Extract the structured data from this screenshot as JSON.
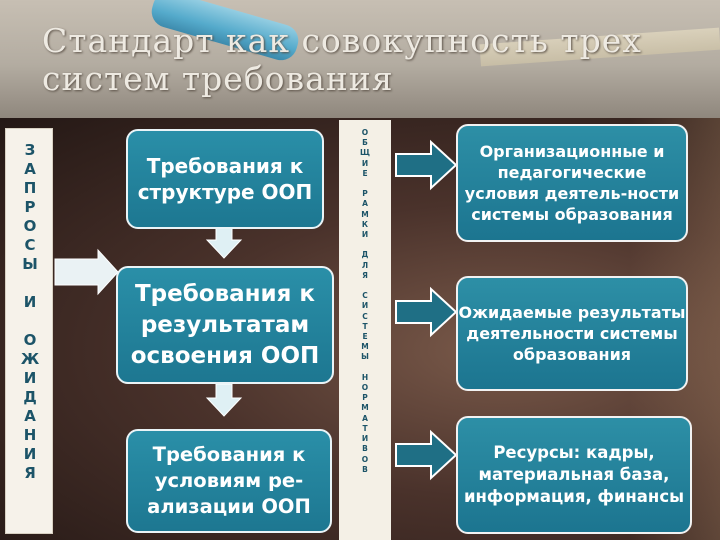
{
  "title": "Стандарт как совокупность трех систем требования",
  "left_label": "З\nА\nП\nР\nО\nС\nЫ\n\nИ\n\nО\nЖ\nИ\nД\nА\nН\nИ\nЯ",
  "middle_label": "О\nБ\nЩ\nИ\nЕ\n\nР\nА\nМ\nК\nИ\n\nД\nЛ\nЯ\n\nС\nИ\nС\nТ\nЕ\nМ\nЫ\n\nН\nО\nР\nМ\nА\nТ\nИ\nВ\nО\nВ",
  "left_boxes": [
    "Требования к структуре ООП",
    "Требования к результатам освоения ООП",
    "Требования к условиям ре-ализации ООП"
  ],
  "right_boxes": [
    "Организационные и педагогические условия деятель-ности системы образования",
    "Ожидаемые результаты деятельности системы образования",
    "Ресурсы: кадры, материальная база, информация, финансы"
  ],
  "colors": {
    "box_fill": "#1d7791",
    "box_border": "#ffffff",
    "label_text": "#1c5468"
  }
}
